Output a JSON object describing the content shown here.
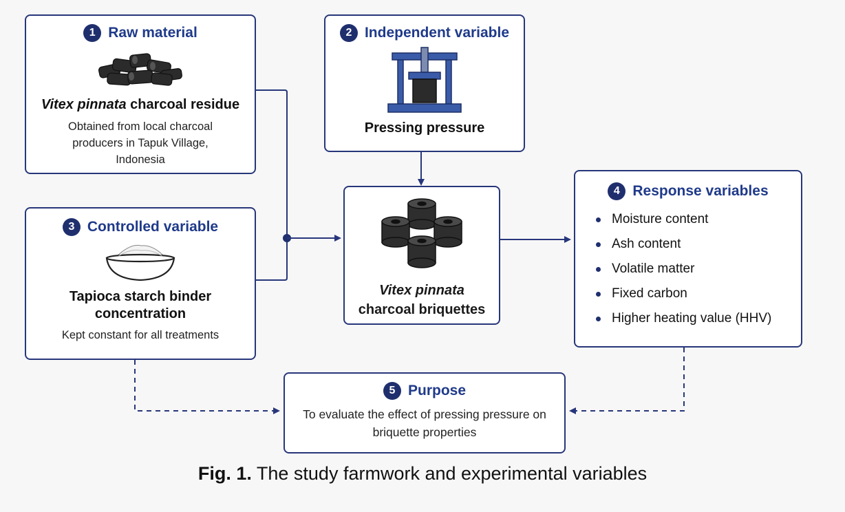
{
  "box1": {
    "number": "1",
    "header": "Raw material",
    "title_italic": "Vitex pinnata",
    "title_rest": " charcoal residue",
    "desc": "Obtained from local charcoal producers in Tapuk Village, Indonesia",
    "icon": "charcoal-pieces-icon"
  },
  "box2": {
    "number": "2",
    "header": "Independent variable",
    "title": "Pressing pressure",
    "icon": "hydraulic-press-icon"
  },
  "box3": {
    "number": "3",
    "header": "Controlled variable",
    "title": "Tapioca starch binder concentration",
    "desc": "Kept constant for all treatments",
    "icon": "starch-bowl-icon"
  },
  "center": {
    "title_italic": "Vitex pinnata",
    "title_rest": "charcoal briquettes",
    "icon": "briquettes-icon"
  },
  "box4": {
    "number": "4",
    "header": "Response variables",
    "items": [
      "Moisture content",
      "Ash content",
      "Volatile matter",
      "Fixed carbon",
      "Higher heating value (HHV)"
    ]
  },
  "box5": {
    "number": "5",
    "header": "Purpose",
    "desc": "To evaluate the effect of pressing pressure on briquette properties"
  },
  "caption": {
    "label": "Fig. 1.",
    "text": " The study farmwork and experimental variables"
  },
  "colors": {
    "border": "#27367a",
    "accent": "#1f3a8a",
    "badge": "#1f2f6e",
    "arrow": "#27367a"
  }
}
